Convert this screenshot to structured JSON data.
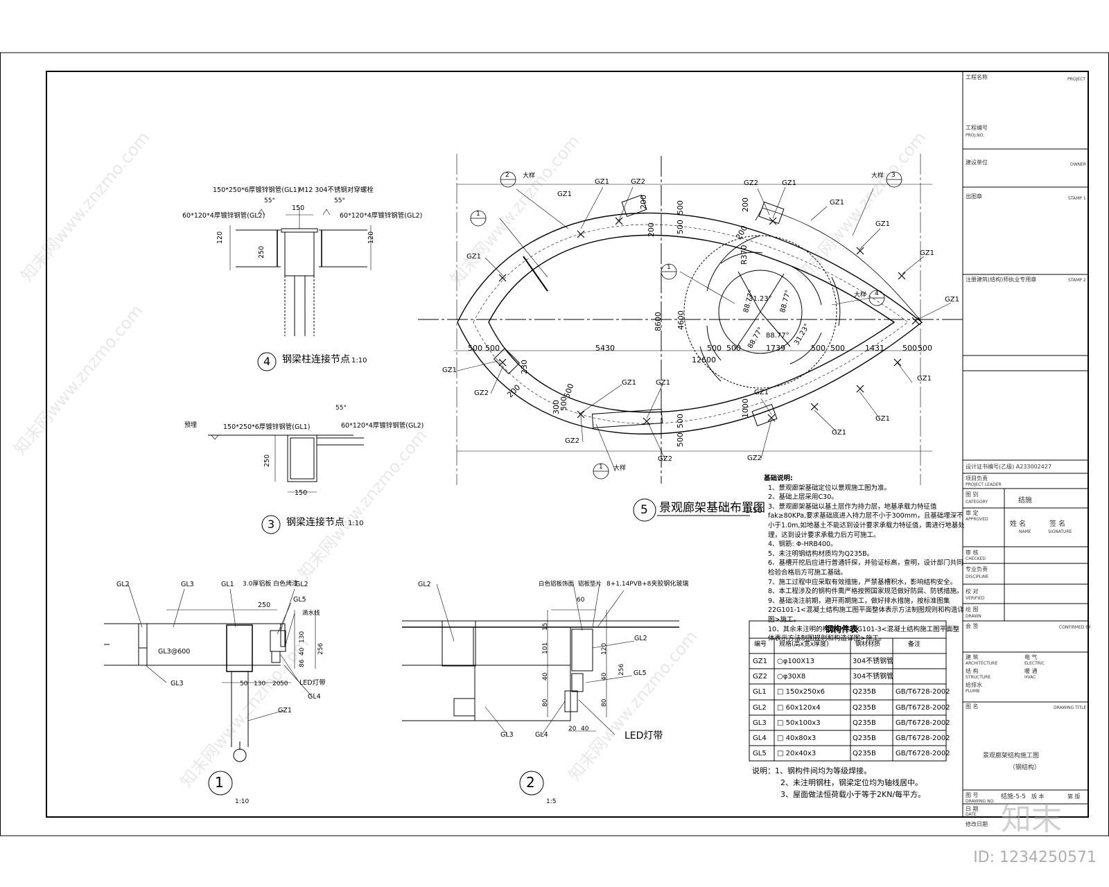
{
  "drawing": {
    "main_plan": {
      "number": "5",
      "title": "景观廊架基础布置图",
      "scale": "1:50",
      "dims": {
        "overall_length": "12600",
        "overall_width": "8600",
        "inner_width": "4600",
        "left_span": "5430",
        "mid_span": "1739",
        "right_span": "1431",
        "r370": "R370",
        "d500": "500",
        "d200": "200",
        "d230": "230",
        "d300": "300"
      },
      "angles": [
        "88.77°",
        "31.23°",
        "88.77°",
        "88.77°",
        "31.23°",
        "88.77°"
      ],
      "callouts": [
        {
          "num": "2",
          "label": "大样"
        },
        {
          "num": "3",
          "label": "大样"
        },
        {
          "num": "1",
          "label": ""
        },
        {
          "num": "1",
          "label": ""
        },
        {
          "num": "4",
          "label": "大样"
        },
        {
          "num": "1",
          "label": "大样"
        }
      ],
      "column_tags": [
        "GZ1",
        "GZ2"
      ]
    },
    "detail4": {
      "number": "4",
      "title": "钢梁柱连接节点",
      "scale": "1:10",
      "notes": [
        "150*250*6厚镀锌钢管(GL1)",
        "M12 304不锈钢对穿螺栓",
        "60*120*4厚镀锌钢管(GL2)",
        "60*120*4厚镀锌钢管(GL2)"
      ],
      "dims": [
        "150",
        "120",
        "250",
        "120",
        "55°",
        "55°"
      ]
    },
    "detail3": {
      "number": "3",
      "title": "钢梁连接节点",
      "scale": "1:10",
      "notes": [
        "预埋",
        "150*250*6厚镀锌钢管(GL1)",
        "60*120*4厚镀锌钢管(GL2)"
      ],
      "dims": [
        "250",
        "150",
        "55°"
      ]
    },
    "detail1": {
      "number": "1",
      "scale": "1:10",
      "notes": [
        "GL2",
        "GL3",
        "GL1",
        "3.0厚铝板 白色烤漆",
        "GL2",
        "GL5",
        "滴水线",
        "GL3@600",
        "GL3",
        "LED灯带",
        "GL4",
        "GZ1"
      ],
      "dims": [
        "250",
        "130",
        "40",
        "86",
        "256",
        "50",
        "130",
        "20",
        "50"
      ]
    },
    "detail2": {
      "number": "2",
      "scale": "1:5",
      "notes": [
        "GL2",
        "白色铝板饰面",
        "铝板垫片",
        "8+1.14PVB+8夹胶钢化玻璃",
        "GL2",
        "GL5",
        "GL3",
        "GL4",
        "LED灯带"
      ],
      "dims": [
        "60",
        "15",
        "101",
        "120",
        "256",
        "40",
        "40",
        "80",
        "80",
        "20",
        "40"
      ]
    }
  },
  "notes": {
    "heading": "基础说明:",
    "items": [
      "1、景观廊架基础定位以景观施工图为准。",
      "2、基础上层采用C30。",
      "3、景观廊架基础以基土层作为持力层，地基承载力特征值fak≥80KPa,要求基础底进入持力层不小于300mm，且基础埋深不小于1.0m,如地基土不能达到设计要求承载力特征值，需进行地基处理，达到设计要求承载力后方可施工。",
      "4、钢筋: Φ-HRB400。",
      "5、未注明钢结构材质均为Q235B。",
      "6、基槽开挖后应进行普通钎探，并验证标高，查明，设计部门共同检验合格后方可施工基础。",
      "7、施工过程中应采取有效措施，严禁基槽积水，影响结构安全。",
      "8、本工程涉及的钢构件需严格按照国家规范做好防腐、防锈措施。",
      "9、基础浇注前期，避开雨期施工，做好排水措施，按标准图集22G101-1<混凝土结构施工图平面整体表示方法制图规则和构造详图>施工。",
      "10、其余未注明的构造参照22G101-3<混凝土结构施工图平面整体表示方法制图规则和构造详图>施工。"
    ]
  },
  "steel_table": {
    "title": "钢构件表",
    "headers": [
      "编号",
      "规格(高x宽x厚度)",
      "钢材材质",
      "备注"
    ],
    "rows": [
      [
        "GZ1",
        "○φ100X13",
        "304不锈钢管",
        ""
      ],
      [
        "GZ2",
        "○φ30X8",
        "304不锈钢管",
        ""
      ],
      [
        "GL1",
        "□ 150x250x6",
        "Q235B",
        "GB/T6728-2002"
      ],
      [
        "GL2",
        "□ 60x120x4",
        "Q235B",
        "GB/T6728-2002"
      ],
      [
        "GL3",
        "□ 50x100x3",
        "Q235B",
        "GB/T6728-2002"
      ],
      [
        "GL4",
        "□ 40x80x3",
        "Q235B",
        "GB/T6728-2002"
      ],
      [
        "GL5",
        "□ 20x40x3",
        "Q235B",
        "GB/T6728-2002"
      ]
    ],
    "remarks": [
      "说明：1、钢构件间均为等级焊接。",
      "2、未注明钢柱，钢梁定位均为轴线居中。",
      "3、屋面做法恒荷载小于等于2KN/每平方。"
    ]
  },
  "title_block": {
    "project": "工程名称",
    "project_en": "PROJECT",
    "proj_no": "工程编号",
    "proj_no_en": "PROJ.NO.",
    "owner": "建设单位",
    "owner_en": "OWNER",
    "stamp1": "出图章",
    "stamp1_en": "STAMP 1",
    "stamp2": "注册建筑(结构)师执业专用章",
    "stamp2_en": "STAMP 2",
    "cert": "设计证书编号(乙级) A233002427",
    "proj_leader": "项目负责",
    "proj_leader_en": "PROJECT LEADER",
    "cat": "图 别",
    "cat_en": "CATEGORY",
    "cat_val": "结施",
    "name_col": "姓 名",
    "name_en": "NAME",
    "sign_col": "签 名",
    "sign_en": "SIGNATURE",
    "approved": "审 定",
    "approved_en": "APPROVED",
    "checked": "审 核",
    "checked_en": "CHECKED",
    "discipline": "专业负责",
    "discipline_en": "DISCIPLINE",
    "verified": "校 对",
    "verified_en": "VERIFIED",
    "drawn": "绘 图",
    "drawn_en": "DRAWN",
    "confirmed": "会 签",
    "confirmed_en": "CONFIRMED BY",
    "arch": "建 筑",
    "arch_en": "ARCHITECTURE",
    "elec": "电 气",
    "elec_en": "ELECTRIC",
    "struct": "结 构",
    "struct_en": "STRUCTURE",
    "hvac": "暖 通",
    "hvac_en": "HVAC",
    "plumb": "给排水",
    "plumb_en": "PLUMB",
    "drawing_title": "图 名",
    "drawing_title_en": "DRAWING TITLE",
    "drawing_title_val": "景观廊架结构施工图",
    "drawing_title_val2": "（钢结构）",
    "drawing_no": "图 号",
    "drawing_no_en": "DRAWING NO.",
    "drawing_no_val": "结施-5-5",
    "date": "日 期",
    "date_en": "DATE",
    "version": "版 本",
    "version_val": "第 版",
    "bottom": "修改日期"
  },
  "watermark": {
    "text": "知末网www.znzmo.com",
    "brand": "知末",
    "id": "ID: 1234250571"
  }
}
